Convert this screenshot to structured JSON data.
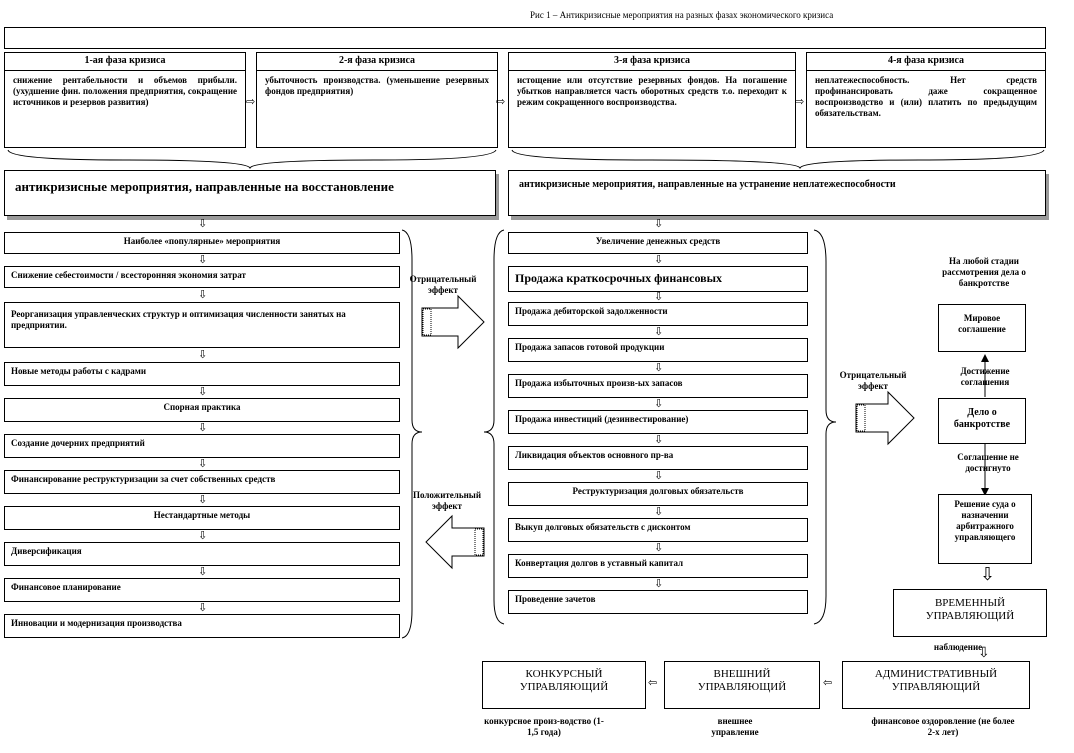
{
  "caption": "Рис 1 – Антикризисные мероприятия на разных фазах экономического кризиса",
  "phases": [
    {
      "title": "1-ая фаза кризиса",
      "text": "снижение рентабельности и объемов прибыли. (ухудшение фин. положения предприятия, сокращение источников и резервов развития)"
    },
    {
      "title": "2-я фаза кризиса",
      "text": "убыточность производства. (уменьшение резервных фондов предприятия)"
    },
    {
      "title": "3-я фаза кризиса",
      "text": "истощение или отсутствие резервных фондов. На погашение убытков направляется часть оборотных средств т.о. переходит к режим сокращенного воспроизводства."
    },
    {
      "title": "4-я фаза кризиса",
      "text": "неплатежеспособность. Нет средств профинансировать даже сокращенное воспроизводство и (или) платить по предыдущим обязательствам."
    }
  ],
  "left_header": "антикризисные мероприятия, направленные на восстановление",
  "right_header": "антикризисные мероприятия, направленные на устранение неплатежеспособности",
  "left_items": [
    "Наиболее «популярные» мероприятия",
    "Снижение себестоимости / всесторонняя экономия затрат",
    "Реорганизация управленческих структур и оптимизация численности занятых на предприятии.",
    "Новые методы работы с кадрами",
    "Спорная практика",
    "Создание дочерних предприятий",
    "Финансирование реструктуризации за счет собственных средств",
    "Нестандартные методы",
    "Диверсификация",
    "Финансовое планирование",
    "Инновации и модернизация производства"
  ],
  "right_items": [
    "Увеличение денежных средств",
    "Продажа краткосрочных финансовых",
    "Продажа дебиторской задолженности",
    "Продажа запасов готовой продукции",
    "Продажа избыточных произв-ых запасов",
    "Продажа инвестиций (дезинвестирование)",
    "Ликвидация объектов основного пр-ва",
    "Реструктуризация долговых обязательств",
    "Выкуп долговых обязательств с дисконтом",
    "Конвертация долгов в уставный капитал",
    "Проведение зачетов"
  ],
  "effects": {
    "negative": "Отрицательный эффект",
    "positive": "Положительный эффект"
  },
  "bankruptcy": {
    "any_stage": "На любой стадии рассмотрения дела о банкротстве",
    "settlement": "Мировое соглашение",
    "reached": "Достижение соглашения",
    "case": "Дело о банкротстве",
    "not_reached": "Соглашение не достигнуто",
    "court": "Решение суда о назначении арбитражного управляющего",
    "temporary": "ВРЕМЕННЫЙ УПРАВЛЯЮЩИЙ",
    "observation": "наблюдение",
    "administrative": "АДМИНИСТРАТИВНЫЙ УПРАВЛЯЮЩИЙ",
    "external": "ВНЕШНИЙ УПРАВЛЯЮЩИЙ",
    "competitive": "КОНКУРСНЫЙ УПРАВЛЯЮЩИЙ",
    "competitive_note": "конкурсное произ-водство (1-1,5 года)",
    "external_note": "внешнее управление",
    "admin_note": "финансовое оздоровление (не более 2-х лет)"
  }
}
